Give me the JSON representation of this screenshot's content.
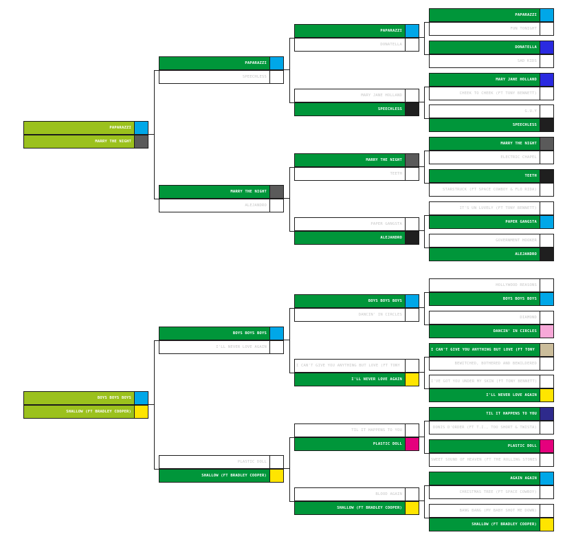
{
  "brackets": [
    {
      "final": [
        {
          "name": "PAPARAZZI",
          "color": "#00a7e8",
          "win": true
        },
        {
          "name": "MARRY THE NIGHT",
          "color": "#5a5a5a",
          "win": true
        }
      ],
      "semis": [
        [
          {
            "name": "PAPARAZZI",
            "color": "#00a7e8",
            "win": true
          },
          {
            "name": "SPEECHLESS",
            "color": "",
            "win": false
          }
        ],
        [
          {
            "name": "MARRY THE NIGHT",
            "color": "#5a5a5a",
            "win": true
          },
          {
            "name": "ALEJANDRO",
            "color": "",
            "win": false
          }
        ]
      ],
      "quarters": [
        [
          {
            "name": "PAPARAZZI",
            "color": "#00a7e8",
            "win": true
          },
          {
            "name": "DONATELLA",
            "color": "",
            "win": false
          }
        ],
        [
          {
            "name": "MARY JANE HOLLAND",
            "color": "",
            "win": false
          },
          {
            "name": "SPEECHLESS",
            "color": "#1f1f1f",
            "win": true
          }
        ],
        [
          {
            "name": "MARRY THE NIGHT",
            "color": "#5a5a5a",
            "win": true
          },
          {
            "name": "TEETH",
            "color": "",
            "win": false
          }
        ],
        [
          {
            "name": "PAPER GANGSTA",
            "color": "",
            "win": false
          },
          {
            "name": "ALEJANDRO",
            "color": "#1f1f1f",
            "win": true
          }
        ]
      ],
      "first_round": [
        [
          {
            "name": "PAPARAZZI",
            "color": "#00a7e8",
            "win": true
          },
          {
            "name": "FUN TONIGHT",
            "color": "",
            "win": false
          }
        ],
        [
          {
            "name": "DONATELLA",
            "color": "#2a2ae0",
            "win": true
          },
          {
            "name": "SAD KIDS",
            "color": "",
            "win": false
          }
        ],
        [
          {
            "name": "MARY JANE HOLLAND",
            "color": "#2a2ae0",
            "win": true
          },
          {
            "name": "CHEEK TO CHEEK (FT TONY BENNETT)",
            "color": "",
            "win": false
          }
        ],
        [
          {
            "name": "G.U.Y",
            "color": "",
            "win": false
          },
          {
            "name": "SPEECHLESS",
            "color": "#1f1f1f",
            "win": true
          }
        ],
        [
          {
            "name": "MARRY THE NIGHT",
            "color": "#5a5a5a",
            "win": true
          },
          {
            "name": "ELECTRIC CHAPEL",
            "color": "",
            "win": false
          }
        ],
        [
          {
            "name": "TEETH",
            "color": "#1f1f1f",
            "win": true
          },
          {
            "name": "STARSTRUCK (FT SPACE COWBOY & FLO RIDA)",
            "color": "",
            "win": false
          }
        ],
        [
          {
            "name": "IT'S UN LUVELY (FT TONY BENNETT)",
            "color": "",
            "win": false
          },
          {
            "name": "PAPER GANGSTA",
            "color": "#00a7e8",
            "win": true
          }
        ],
        [
          {
            "name": "GOVERNMENT HOOKER",
            "color": "",
            "win": false
          },
          {
            "name": "ALEJANDRO",
            "color": "#1f1f1f",
            "win": true
          }
        ]
      ]
    },
    {
      "final": [
        {
          "name": "BOYS BOYS BOYS",
          "color": "#00a7e8",
          "win": true
        },
        {
          "name": "SHALLOW (FT BRADLEY COOPER)",
          "color": "#ffe500",
          "win": true
        }
      ],
      "semis": [
        [
          {
            "name": "BOYS BOYS BOYS",
            "color": "#00a7e8",
            "win": true
          },
          {
            "name": "I'LL NEVER LOVE AGAIN",
            "color": "",
            "win": false
          }
        ],
        [
          {
            "name": "PLASTIC DOLL",
            "color": "",
            "win": false
          },
          {
            "name": "SHALLOW (FT BRADLEY COOPER)",
            "color": "#ffe500",
            "win": true
          }
        ]
      ],
      "quarters": [
        [
          {
            "name": "BOYS BOYS BOYS",
            "color": "#00a7e8",
            "win": true
          },
          {
            "name": "DANCIN' IN CIRCLES",
            "color": "",
            "win": false
          }
        ],
        [
          {
            "name": "I CAN'T GIVE YOU ANYTHING BUT LOVE (FT TONY BENNETT)",
            "color": "",
            "win": false
          },
          {
            "name": "I'LL NEVER LOVE AGAIN",
            "color": "#ffe500",
            "win": true
          }
        ],
        [
          {
            "name": "TIL IT HAPPENS TO YOU",
            "color": "",
            "win": false
          },
          {
            "name": "PLASTIC DOLL",
            "color": "#e5007d",
            "win": true
          }
        ],
        [
          {
            "name": "BLOOD AGAIN",
            "color": "",
            "win": false
          },
          {
            "name": "SHALLOW (FT BRADLEY COOPER)",
            "color": "#ffe500",
            "win": true
          }
        ]
      ],
      "first_round": [
        [
          {
            "name": "HOLLYWOOD REASONS",
            "color": "",
            "win": false
          },
          {
            "name": "BOYS BOYS BOYS",
            "color": "#00a7e8",
            "win": true
          }
        ],
        [
          {
            "name": "DIAMOND",
            "color": "",
            "win": false
          },
          {
            "name": "DANCIN' IN CIRCLES",
            "color": "#f7a8d8",
            "win": true
          }
        ],
        [
          {
            "name": "I CAN'T GIVE YOU ANYTHING BUT LOVE (FT TONY BENNETT)",
            "color": "#cbbd9b",
            "win": true
          },
          {
            "name": "BEWITCHED, BOTHERED AND BEWILDERED",
            "color": "",
            "win": false
          }
        ],
        [
          {
            "name": "I'VE GOT YOU UNDER MY SKIN (FT TONY BENNETT)",
            "color": "",
            "win": false
          },
          {
            "name": "I'LL NEVER LOVE AGAIN",
            "color": "#ffe500",
            "win": true
          }
        ],
        [
          {
            "name": "TIL IT HAPPENS TO YOU",
            "color": "#2e2a8c",
            "win": true
          },
          {
            "name": "DONIS D'ORDER (FT T.I., TOO SHORT & TWISTA)",
            "color": "",
            "win": false
          }
        ],
        [
          {
            "name": "PLASTIC DOLL",
            "color": "#e5007d",
            "win": true
          },
          {
            "name": "SWEET SOUND OF HEAVEN (FT THE ROLLING STONES)",
            "color": "",
            "win": false
          }
        ],
        [
          {
            "name": "AGAIN AGAIN",
            "color": "#00a7e8",
            "win": true
          },
          {
            "name": "CHRISTMAS TREE (FT SPACE COWBOY)",
            "color": "",
            "win": false
          }
        ],
        [
          {
            "name": "BANG BANG (MY BABY SHOT ME DOWN)",
            "color": "",
            "win": false
          },
          {
            "name": "SHALLOW (FT BRADLEY COOPER)",
            "color": "#ffe500",
            "win": true
          }
        ]
      ]
    }
  ]
}
